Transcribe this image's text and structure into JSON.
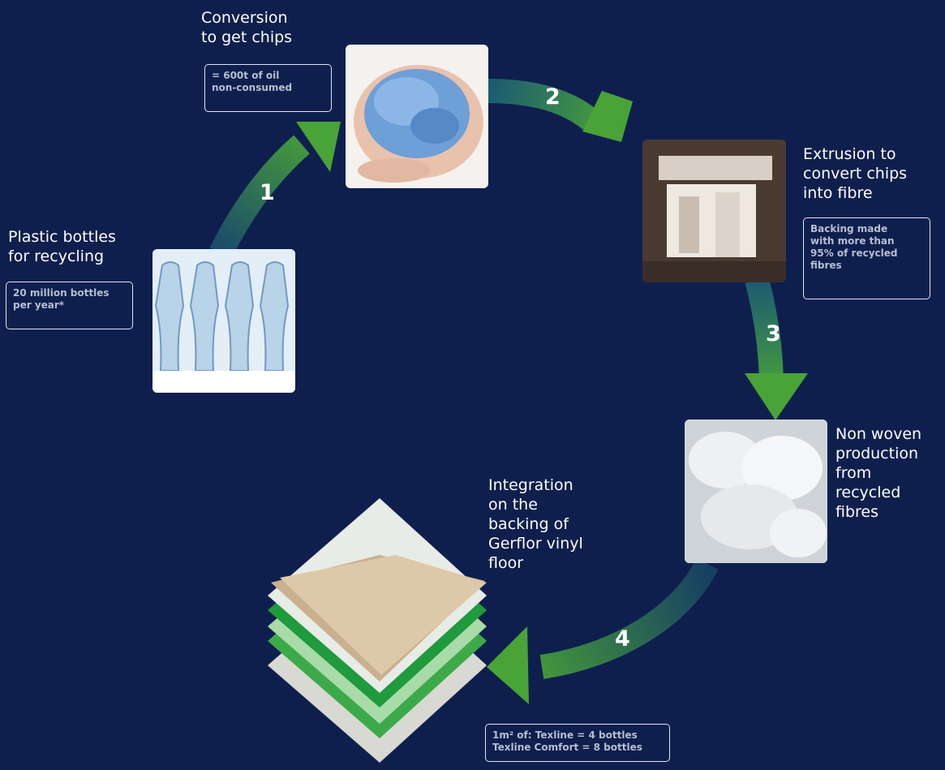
{
  "colors": {
    "background": "#0f1f4d",
    "arrow_green": "#4aa336",
    "arrow_teal": "#1b5a73",
    "note_text": "#b5bed3"
  },
  "steps": [
    {
      "number": "1"
    },
    {
      "number": "2"
    },
    {
      "number": "3"
    },
    {
      "number": "4"
    }
  ],
  "stages": {
    "bottles": {
      "title_lines": [
        "Plastic bottles",
        "for recycling"
      ],
      "note_lines": [
        "20 million bottles",
        "per year*"
      ]
    },
    "chips": {
      "title_lines": [
        "Conversion",
        "to get chips"
      ],
      "note_lines": [
        "= 600t of oil",
        "non-consumed"
      ]
    },
    "extrusion": {
      "title_lines": [
        "Extrusion to",
        "convert chips",
        "into fibre"
      ],
      "note_lines": [
        "Backing made",
        "with more than",
        "95% of recycled",
        "fibres"
      ]
    },
    "nonwoven": {
      "title_lines": [
        "Non woven",
        "production",
        "from",
        "recycled",
        "fibres"
      ]
    },
    "integration": {
      "title_lines": [
        "Integration",
        "on the",
        "backing of",
        "Gerflor vinyl",
        "floor"
      ],
      "note_lines": [
        "1m² of: Texline = 4 bottles",
        " Texline Comfort = 8 bottles"
      ]
    }
  }
}
